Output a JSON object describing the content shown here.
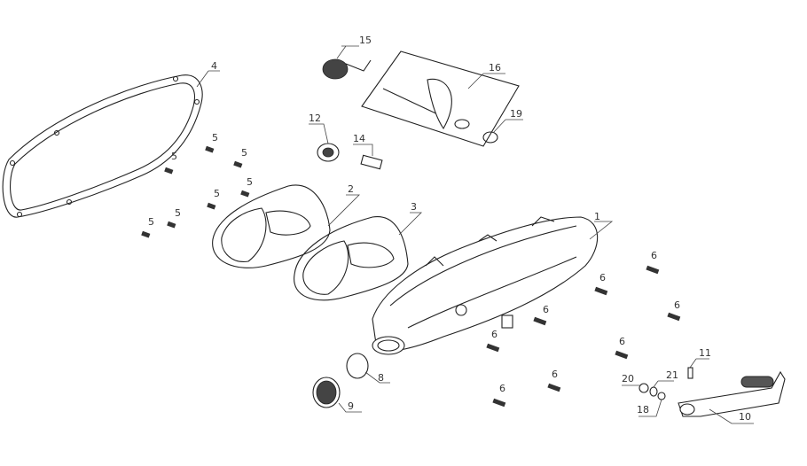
{
  "diagram": {
    "title": "",
    "callouts": {
      "p1": "1",
      "p2": "2",
      "p3": "3",
      "p4": "4",
      "p5a": "5",
      "p5b": "5",
      "p5c": "5",
      "p5d": "5",
      "p5e": "5",
      "p5f": "5",
      "p5g": "5",
      "p6a": "6",
      "p6b": "6",
      "p6c": "6",
      "p6d": "6",
      "p6e": "6",
      "p6f": "6",
      "p6g": "6",
      "p6h": "6",
      "p8": "8",
      "p9": "9",
      "p10": "10",
      "p11": "11",
      "p12": "12",
      "p14": "14",
      "p15": "15",
      "p16": "16",
      "p18": "18",
      "p19": "19",
      "p20": "20",
      "p21": "21"
    }
  }
}
